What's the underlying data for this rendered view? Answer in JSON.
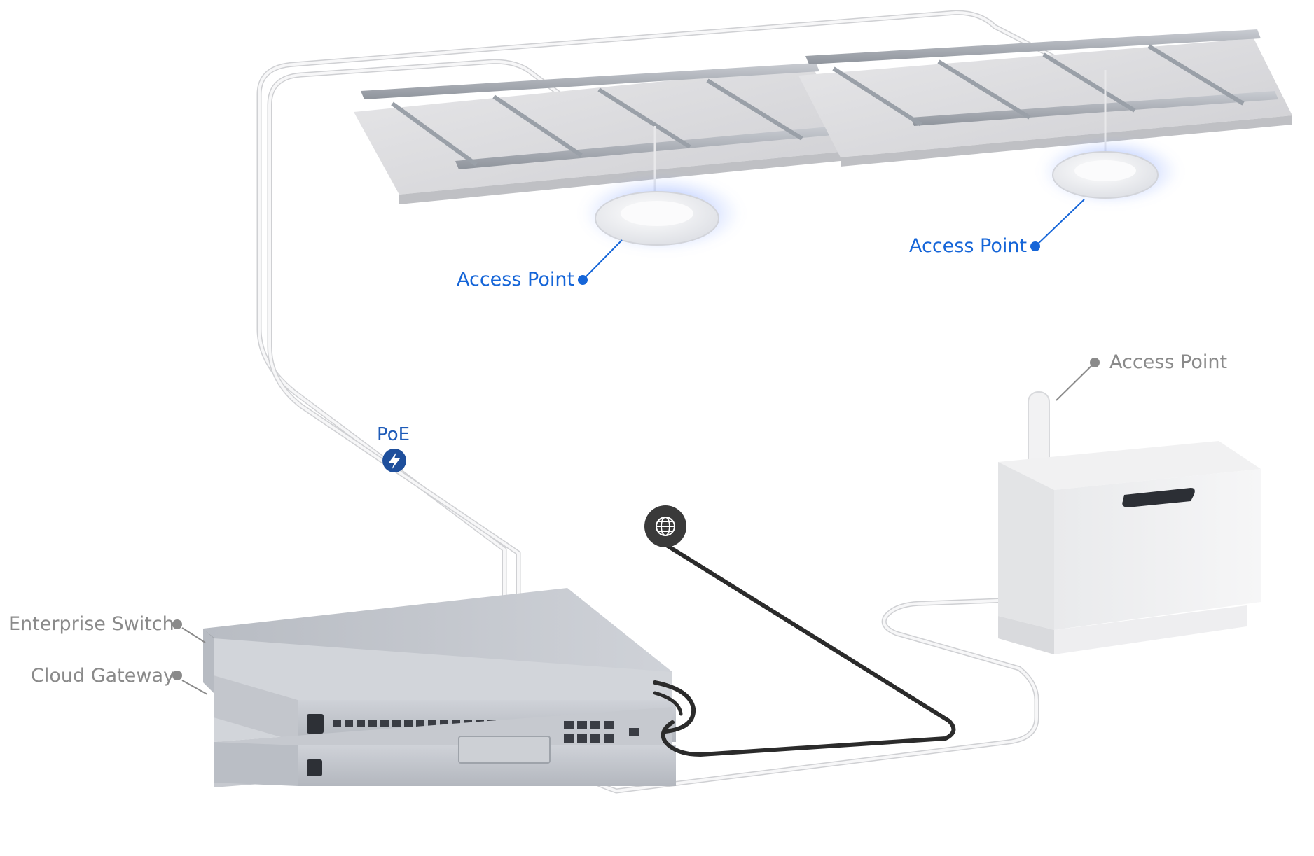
{
  "labels": {
    "ap_ceiling_left": "Access Point",
    "ap_ceiling_right": "Access Point",
    "ap_outdoor": "Access Point",
    "poe": "PoE",
    "enterprise_switch": "Enterprise Switch",
    "cloud_gateway": "Cloud Gateway"
  },
  "colors": {
    "highlight_label": "#1565d8",
    "muted_label": "#8a8a8a",
    "poe_badge": "#1e4f9c",
    "internet_badge": "#3a3a3a",
    "cable_white": "#f4f4f4",
    "cable_black": "#2b2b2b",
    "ap_glow": "#3a6dff"
  },
  "icons": {
    "poe_badge": "lightning-bolt-icon",
    "internet_badge": "globe-icon"
  }
}
